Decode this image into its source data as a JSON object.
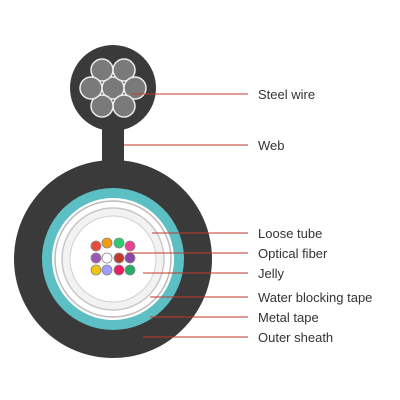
{
  "diagram": {
    "labels": {
      "steel_wire": "Steel wire",
      "web": "Web",
      "loose_tube": "Loose tube",
      "optical_fiber": "Optical fiber",
      "jelly": "Jelly",
      "water_blocking_tape": "Water blocking tape",
      "metal_tape": "Metal tape",
      "outer_sheath": "Outer sheath"
    },
    "colors": {
      "sheath": "#3a3a3a",
      "water_blocking_tape": "#5bbfc4",
      "strand": "#7a7a7a",
      "leader_line": "#c0392b",
      "fibers": [
        "#e74c3c",
        "#f39c12",
        "#2ecc71",
        "#e84393",
        "#9b59b6",
        "#ffffff",
        "#c0392b",
        "#8e44ad",
        "#f1c40f",
        "#a29bfe",
        "#e91e63",
        "#27ae60"
      ]
    }
  }
}
